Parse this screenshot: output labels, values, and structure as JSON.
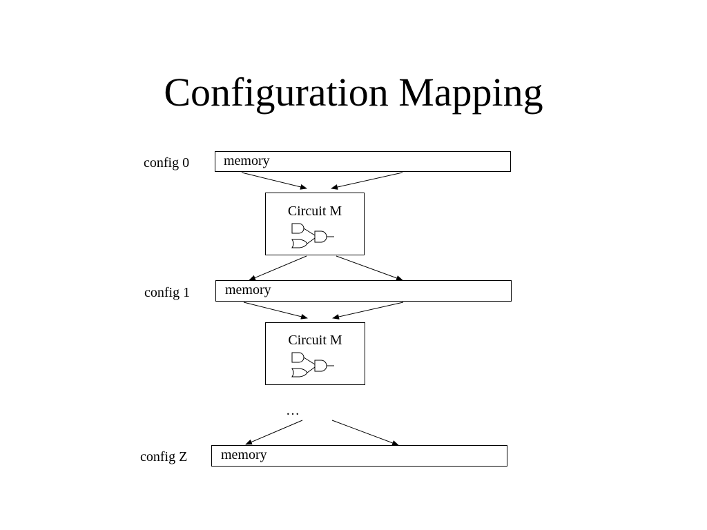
{
  "title": "Configuration Mapping",
  "configs": [
    {
      "label": "config 0",
      "memory": "memory"
    },
    {
      "label": "config 1",
      "memory": "memory"
    },
    {
      "label": "config Z",
      "memory": "memory"
    }
  ],
  "circuits": [
    {
      "label": "Circuit M",
      "icon": "logic-gates-icon"
    },
    {
      "label": "Circuit M",
      "icon": "logic-gates-icon"
    }
  ],
  "ellipsis": "…"
}
